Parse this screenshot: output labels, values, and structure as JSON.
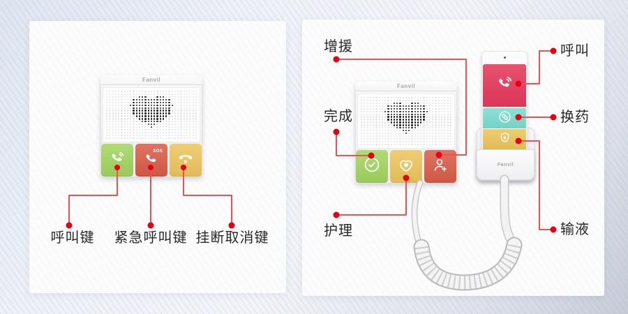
{
  "brand_logo": "Fanvil",
  "left_panel": {
    "device_logo": "Fanvil",
    "sos_badge": "SOS",
    "labels": {
      "call": "呼叫键",
      "emergency_call": "紧急呼叫键",
      "hangup_cancel": "挂断取消键"
    }
  },
  "right_panel": {
    "device_logo": "Fanvil",
    "handset_logo": "Fanvil",
    "labels": {
      "reinforce": "增援",
      "done": "完成",
      "care": "护理",
      "call": "呼叫",
      "medication": "换药",
      "infusion": "输液"
    }
  },
  "colors": {
    "green": "#a3d45f",
    "orange_red": "#d95c49",
    "yellow": "#edc55d",
    "rose": "#e6395b",
    "teal": "#7cdcd0",
    "leader_line": "#f05050",
    "leader_dot": "#e60012",
    "label_text": "#282828"
  }
}
